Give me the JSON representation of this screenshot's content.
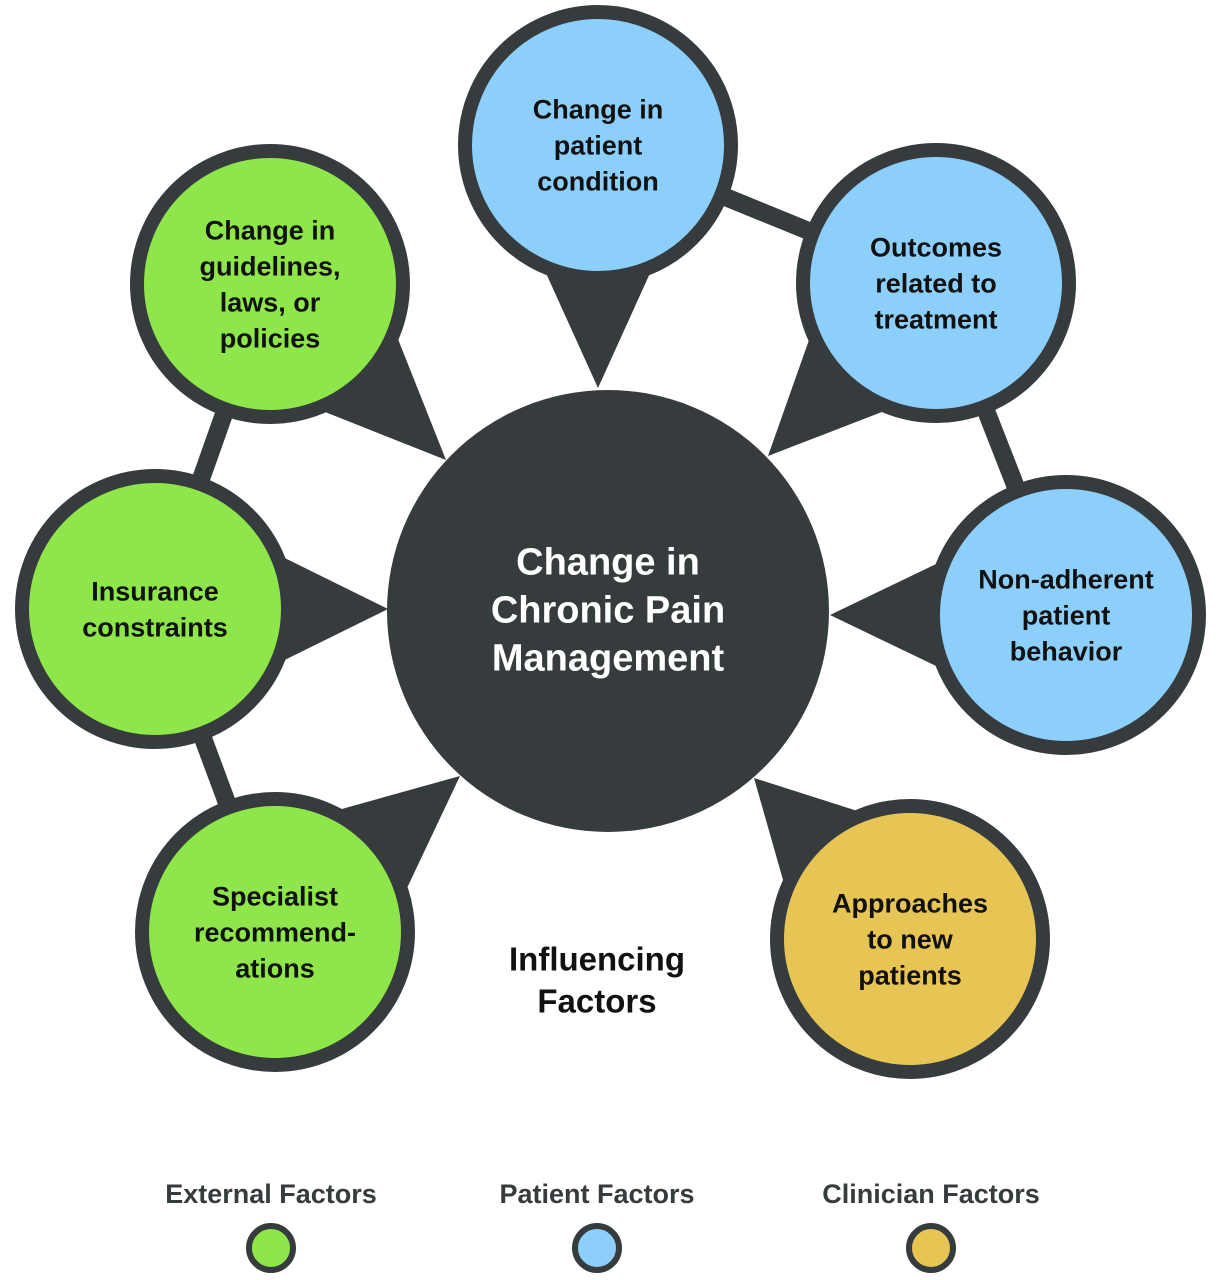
{
  "colors": {
    "external": "#8ee64a",
    "patient": "#8dcffb",
    "clinician": "#e7c554",
    "center": "#363c3e",
    "outline": "#363c3e",
    "center_text": "#ffffff",
    "node_text": "#111111",
    "legend_text": "#363c3e"
  },
  "center": {
    "lines": [
      "Change in",
      "Chronic Pain",
      "Management"
    ]
  },
  "caption": {
    "lines": [
      "Influencing",
      "Factors"
    ]
  },
  "nodes": [
    {
      "id": "change-in-patient-condition",
      "category": "patient",
      "lines": [
        "Change in",
        "patient",
        "condition"
      ]
    },
    {
      "id": "outcomes-related-to-treatment",
      "category": "patient",
      "lines": [
        "Outcomes",
        "related to",
        "treatment"
      ]
    },
    {
      "id": "non-adherent-patient-behavior",
      "category": "patient",
      "lines": [
        "Non-adherent",
        "patient",
        "behavior"
      ]
    },
    {
      "id": "approaches-to-new-patients",
      "category": "clinician",
      "lines": [
        "Approaches",
        "to new",
        "patients"
      ]
    },
    {
      "id": "specialist-recommendations",
      "category": "external",
      "lines": [
        "Specialist",
        "recommend-",
        "ations"
      ]
    },
    {
      "id": "insurance-constraints",
      "category": "external",
      "lines": [
        "Insurance",
        "constraints"
      ]
    },
    {
      "id": "change-in-guidelines",
      "category": "external",
      "lines": [
        "Change in",
        "guidelines,",
        "laws, or",
        "policies"
      ]
    }
  ],
  "connections": [
    [
      "change-in-patient-condition",
      "outcomes-related-to-treatment"
    ],
    [
      "outcomes-related-to-treatment",
      "non-adherent-patient-behavior"
    ],
    [
      "change-in-guidelines",
      "insurance-constraints"
    ],
    [
      "insurance-constraints",
      "specialist-recommendations"
    ]
  ],
  "legend": [
    {
      "category": "external",
      "label": "External Factors"
    },
    {
      "category": "patient",
      "label": "Patient Factors"
    },
    {
      "category": "clinician",
      "label": "Clinician Factors"
    }
  ]
}
